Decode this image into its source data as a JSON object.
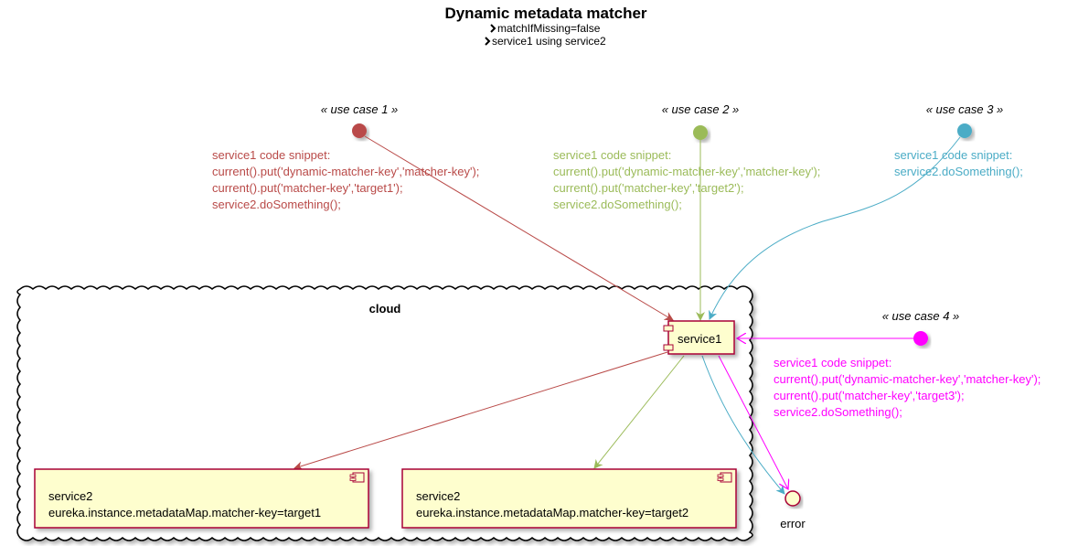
{
  "title": "Dynamic metadata matcher",
  "subtitle_lines": [
    "matchIfMissing=false",
    "service1 using service2"
  ],
  "colors": {
    "uc1": "#B94A48",
    "uc2": "#9BBB59",
    "uc3": "#4BACC6",
    "uc4": "#FF00FF",
    "box_fill": "#FEFECE",
    "box_border": "#A80036"
  },
  "use_cases": [
    {
      "stereotype": "« use case 1 »",
      "snippet": [
        "service1 code snippet:",
        "current().put('dynamic-matcher-key','matcher-key');",
        "current().put('matcher-key','target1');",
        "service2.doSomething();"
      ]
    },
    {
      "stereotype": "« use case 2 »",
      "snippet": [
        "service1 code snippet:",
        "current().put('dynamic-matcher-key','matcher-key');",
        "current().put('matcher-key','target2');",
        "service2.doSomething();"
      ]
    },
    {
      "stereotype": "« use case 3 »",
      "snippet": [
        "service1 code snippet:",
        "service2.doSomething();"
      ]
    },
    {
      "stereotype": "« use case 4 »",
      "snippet": [
        "service1 code snippet:",
        "current().put('dynamic-matcher-key','matcher-key');",
        "current().put('matcher-key','target3');",
        "service2.doSomething();"
      ]
    }
  ],
  "cloud": {
    "label": "cloud"
  },
  "service1": {
    "label": "service1"
  },
  "targets": [
    {
      "name": "service2",
      "detail": "eureka.instance.metadataMap.matcher-key=target1"
    },
    {
      "name": "service2",
      "detail": "eureka.instance.metadataMap.matcher-key=target2"
    }
  ],
  "error": {
    "label": "error"
  }
}
